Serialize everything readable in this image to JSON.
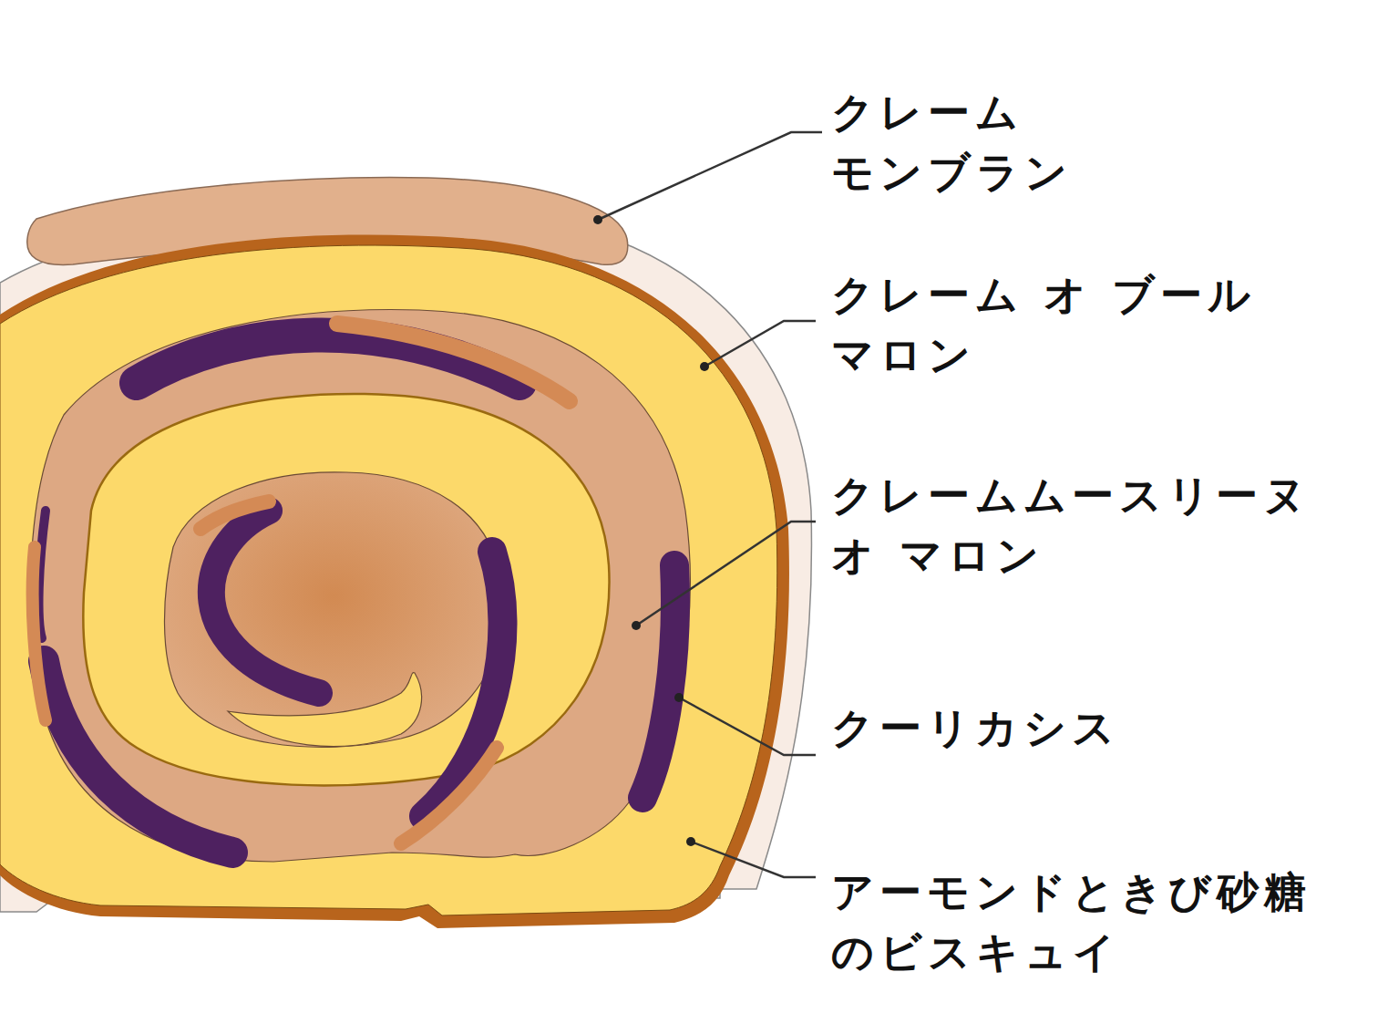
{
  "diagram": {
    "labels": [
      "クレーム モンブラン",
      "クレーム オ ブール マロン",
      "クレームムースリーヌ オ マロン",
      "クーリカシス",
      "アーモンドときび砂糖 のビスキュイ"
    ]
  }
}
